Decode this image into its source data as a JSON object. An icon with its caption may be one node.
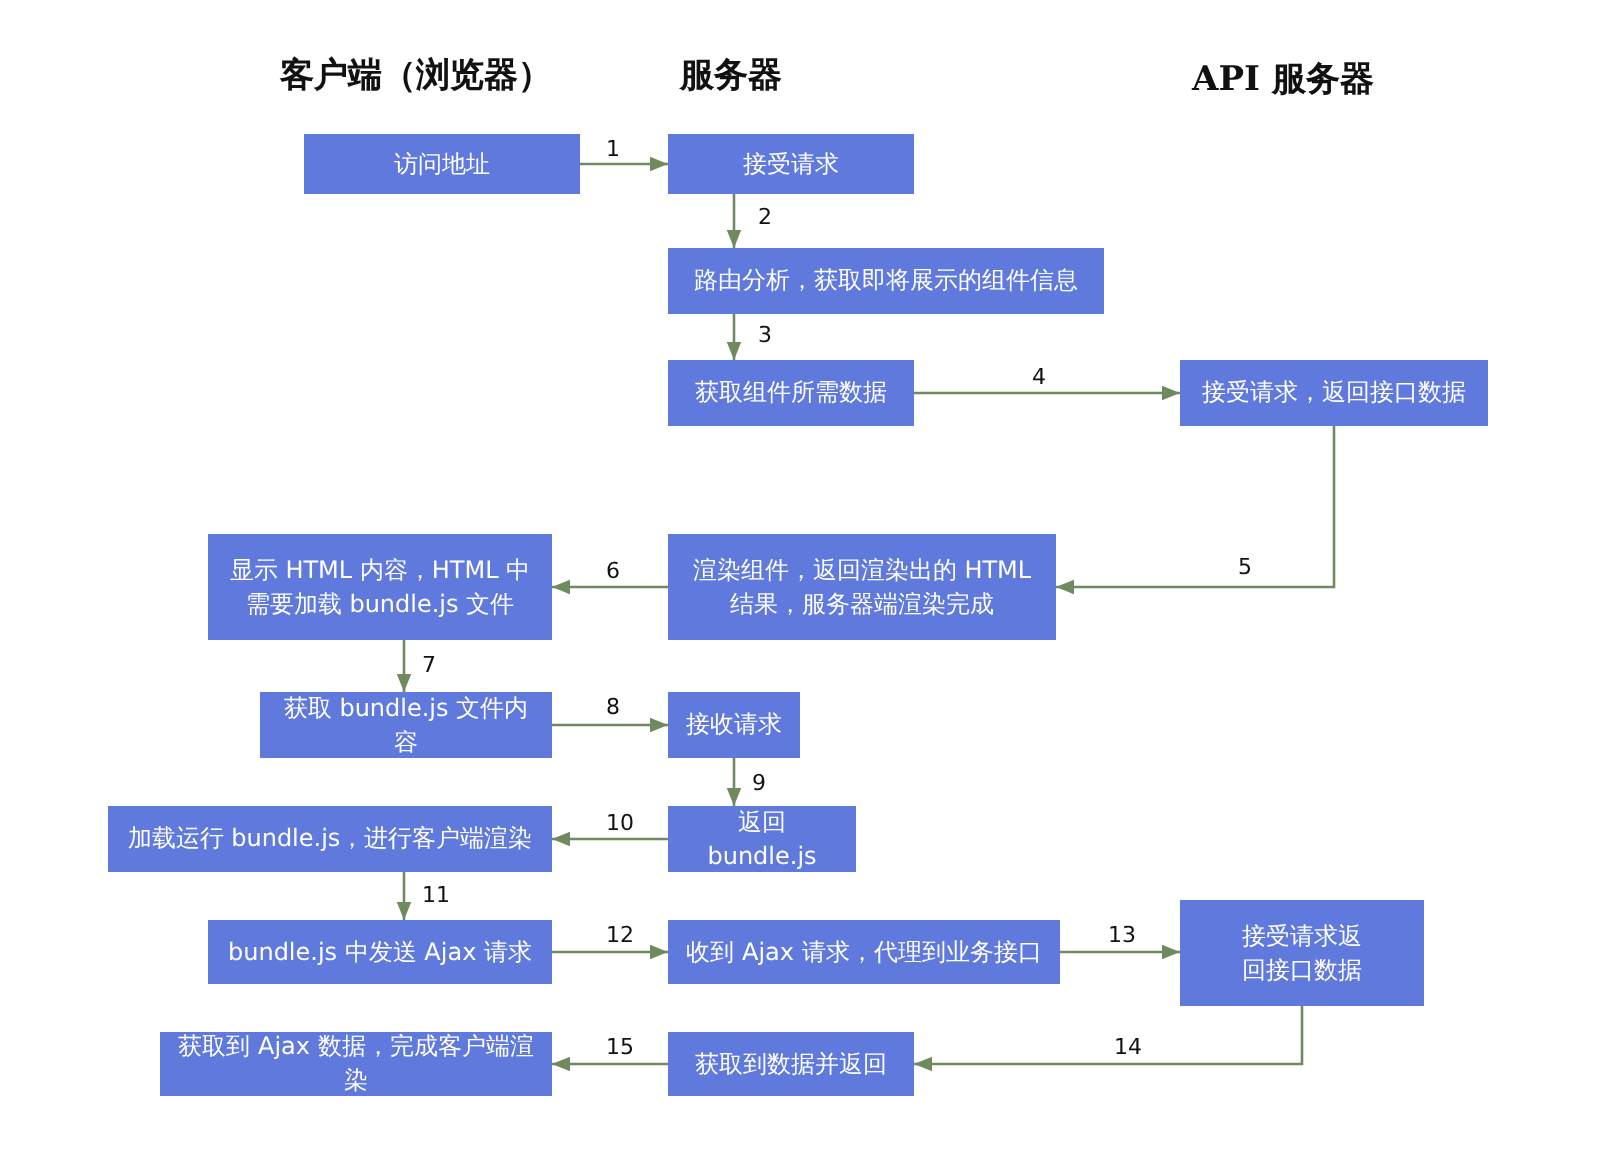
{
  "diagram": {
    "nodes": [
      {
        "text": [
          "访问地址"
        ]
      },
      {
        "text": [
          "接受请求"
        ]
      },
      {
        "text": [
          "路由分析，获取即将展示的组件信息"
        ]
      },
      {
        "text": [
          "获取组件所需数据"
        ]
      },
      {
        "text": [
          "接受请求，返回接口数据"
        ]
      },
      {
        "text": [
          "渲染组件，返回渲染出的 HTML 结果，服务器端渲染完成"
        ]
      },
      {
        "text": [
          "显示 HTML 内容，HTML 中需要加载 bundle.js 文件"
        ]
      },
      {
        "text": [
          "获取 bundle.js 文件内容"
        ]
      },
      {
        "text": [
          "接收请求"
        ]
      },
      {
        "text": [
          "返回 bundle.js"
        ]
      },
      {
        "text": [
          "加载运行 bundle.js，进行客户端渲染"
        ]
      },
      {
        "text": [
          "bundle.js 中发送 Ajax 请求"
        ]
      },
      {
        "text": [
          "收到 Ajax 请求，代理到业务接口"
        ]
      },
      {
        "text": [
          "接受请求返回接口数据"
        ]
      },
      {
        "text": [
          "获取到数据并返回"
        ]
      },
      {
        "text": [
          "获取到 Ajax 数据，完成客户端渲染"
        ]
      }
    ],
    "edges": [
      {
        "from": 0,
        "to": 1,
        "arrow": "to",
        "label": "1"
      },
      {
        "from": 1,
        "to": 2,
        "arrow": "to",
        "label": "2"
      },
      {
        "from": 2,
        "to": 3,
        "arrow": "to",
        "label": "3"
      },
      {
        "from": 3,
        "to": 4,
        "arrow": "to",
        "label": "4"
      },
      {
        "from": 4,
        "to": 5,
        "arrow": "to",
        "label": "5"
      },
      {
        "from": 5,
        "to": 6,
        "arrow": "to",
        "label": "6"
      },
      {
        "from": 6,
        "to": 7,
        "arrow": "to",
        "label": "7"
      },
      {
        "from": 7,
        "to": 8,
        "arrow": "to",
        "label": "8"
      },
      {
        "from": 8,
        "to": 9,
        "arrow": "to",
        "label": "9"
      },
      {
        "from": 9,
        "to": 10,
        "arrow": "to",
        "label": "10"
      },
      {
        "from": 10,
        "to": 11,
        "arrow": "to",
        "label": "11"
      },
      {
        "from": 11,
        "to": 12,
        "arrow": "to",
        "label": "12"
      },
      {
        "from": 12,
        "to": 13,
        "arrow": "to",
        "label": "13"
      },
      {
        "from": 13,
        "to": 14,
        "arrow": "to",
        "label": "14"
      },
      {
        "from": 14,
        "to": 15,
        "arrow": "to",
        "label": "15"
      }
    ],
    "labels": [
      "客户端（浏览器）",
      "服务器",
      "API 服务器"
    ]
  }
}
